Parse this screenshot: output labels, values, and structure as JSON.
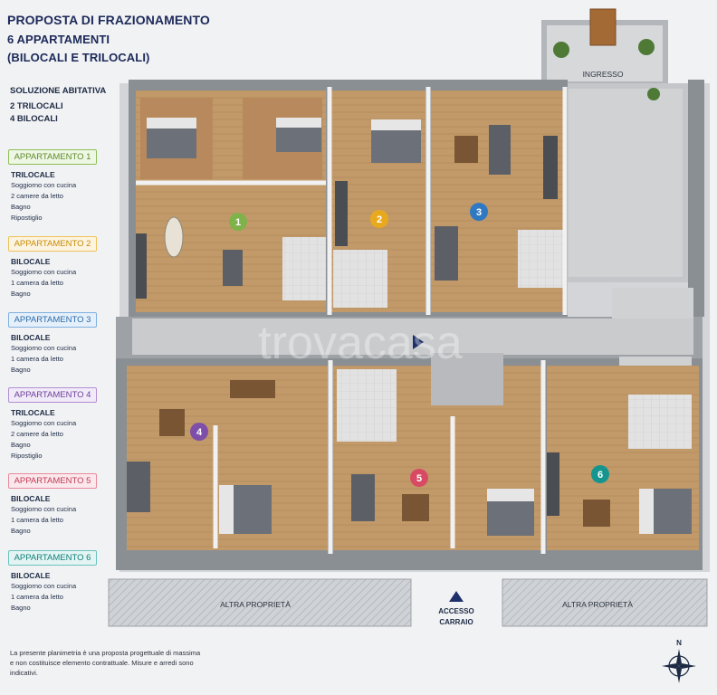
{
  "header": {
    "title_line1": "PROPOSTA DI FRAZIONAMENTO",
    "title_line2": "6 APPARTAMENTI",
    "title_line3": "(BILOCALI E TRILOCALI)"
  },
  "summary": {
    "heading": "SOLUZIONE ABITATIVA",
    "line1": "2  TRILOCALI",
    "line2": "4  BILOCALI"
  },
  "apartments": [
    {
      "label": "APPARTAMENTO 1",
      "type": "TRILOCALE",
      "rooms": [
        "Soggiorno con cucina",
        "2 camere da letto",
        "Bagno",
        "Ripostiglio"
      ],
      "color": "#7fb24a",
      "number": "1"
    },
    {
      "label": "APPARTAMENTO 2",
      "type": "BILOCALE",
      "rooms": [
        "Soggiorno con cucina",
        "1 camera da letto",
        "Bagno"
      ],
      "color": "#e9a91f",
      "number": "2"
    },
    {
      "label": "APPARTAMENTO 3",
      "type": "BILOCALE",
      "rooms": [
        "Soggiorno con cucina",
        "1 camera da letto",
        "Bagno"
      ],
      "color": "#2f79c2",
      "number": "3"
    },
    {
      "label": "APPARTAMENTO 4",
      "type": "TRILOCALE",
      "rooms": [
        "Soggiorno con cucina",
        "2 camere da letto",
        "Bagno",
        "Ripostiglio"
      ],
      "color": "#7e4fa9",
      "number": "4"
    },
    {
      "label": "APPARTAMENTO 5",
      "type": "BILOCALE",
      "rooms": [
        "Soggiorno con cucina",
        "1 camera da letto",
        "Bagno"
      ],
      "color": "#d84a64",
      "number": "5"
    },
    {
      "label": "APPARTAMENTO 6",
      "type": "BILOCALE",
      "rooms": [
        "Soggiorno con cucina",
        "1 camera da letto",
        "Bagno"
      ],
      "color": "#16958f",
      "number": "6"
    }
  ],
  "plan": {
    "entrance_label": "INGRESSO",
    "other_property_left": "ALTRA PROPRIETÀ",
    "other_property_right": "ALTRA PROPRIETÀ",
    "access_line1": "ACCESSO",
    "access_line2": "CARRAIO",
    "compass_north": "N",
    "watermark": "trovacasa"
  },
  "disclaimer": "La presente planimetria è una proposta progettuale di massima e non costituisce elemento contrattuale. Misure e arredi sono indicativi."
}
